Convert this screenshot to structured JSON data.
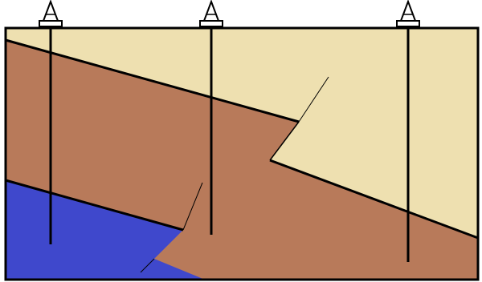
{
  "colors": {
    "background": "#ffffff",
    "upper_layer": "#EEE0B0",
    "middle_layer": "#B87A5A",
    "lower_layer": "#3F48CC",
    "line": "#000000"
  },
  "layers": [
    {
      "name": "upper-layer",
      "color_key": "upper_layer"
    },
    {
      "name": "middle-layer",
      "color_key": "middle_layer"
    },
    {
      "name": "lower-layer",
      "color_key": "lower_layer"
    }
  ],
  "wells": [
    {
      "name": "well-left"
    },
    {
      "name": "well-center"
    },
    {
      "name": "well-right"
    }
  ]
}
